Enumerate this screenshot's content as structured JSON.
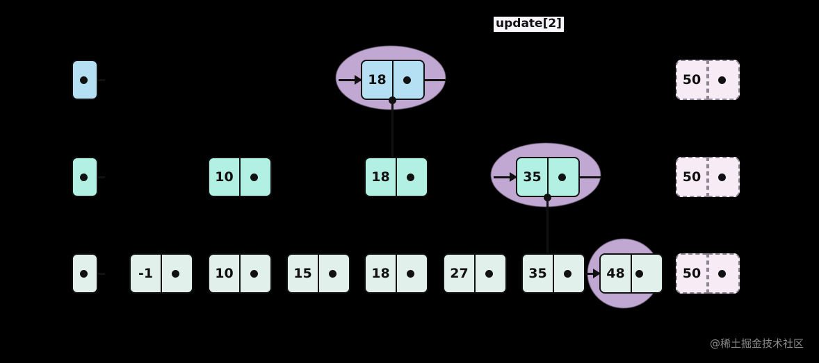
{
  "title": "update[2]",
  "watermark": "@稀土掘金技术社区",
  "colors": {
    "background": "#000000",
    "level1_node": "#b5dff2",
    "level2_node": "#b2f0e4",
    "level3_node": "#e2f0ec",
    "tail_node": "#f7ecf6",
    "highlight_blob": "#c0a8d2",
    "stroke": "#111111",
    "title_background": "#f7f5f9",
    "watermark_text": "#8c8c8c"
  },
  "diagram": {
    "type": "skip-list",
    "levels": [
      {
        "index": 1,
        "nodes": [
          {
            "label": "",
            "kind": "head",
            "highlighted": false
          },
          {
            "label": "18",
            "kind": "value",
            "highlighted": true
          },
          {
            "label": "50",
            "kind": "tail",
            "highlighted": false
          }
        ]
      },
      {
        "index": 2,
        "nodes": [
          {
            "label": "",
            "kind": "head",
            "highlighted": false
          },
          {
            "label": "10",
            "kind": "value",
            "highlighted": false
          },
          {
            "label": "18",
            "kind": "value",
            "highlighted": false
          },
          {
            "label": "35",
            "kind": "value",
            "highlighted": true
          },
          {
            "label": "50",
            "kind": "tail",
            "highlighted": false
          }
        ]
      },
      {
        "index": 3,
        "nodes": [
          {
            "label": "",
            "kind": "head",
            "highlighted": false
          },
          {
            "label": "-1",
            "kind": "value",
            "highlighted": false
          },
          {
            "label": "10",
            "kind": "value",
            "highlighted": false
          },
          {
            "label": "15",
            "kind": "value",
            "highlighted": false
          },
          {
            "label": "18",
            "kind": "value",
            "highlighted": false
          },
          {
            "label": "27",
            "kind": "value",
            "highlighted": false
          },
          {
            "label": "35",
            "kind": "value",
            "highlighted": false
          },
          {
            "label": "48",
            "kind": "value",
            "highlighted": true
          },
          {
            "label": "50",
            "kind": "tail",
            "highlighted": false
          }
        ]
      }
    ]
  }
}
